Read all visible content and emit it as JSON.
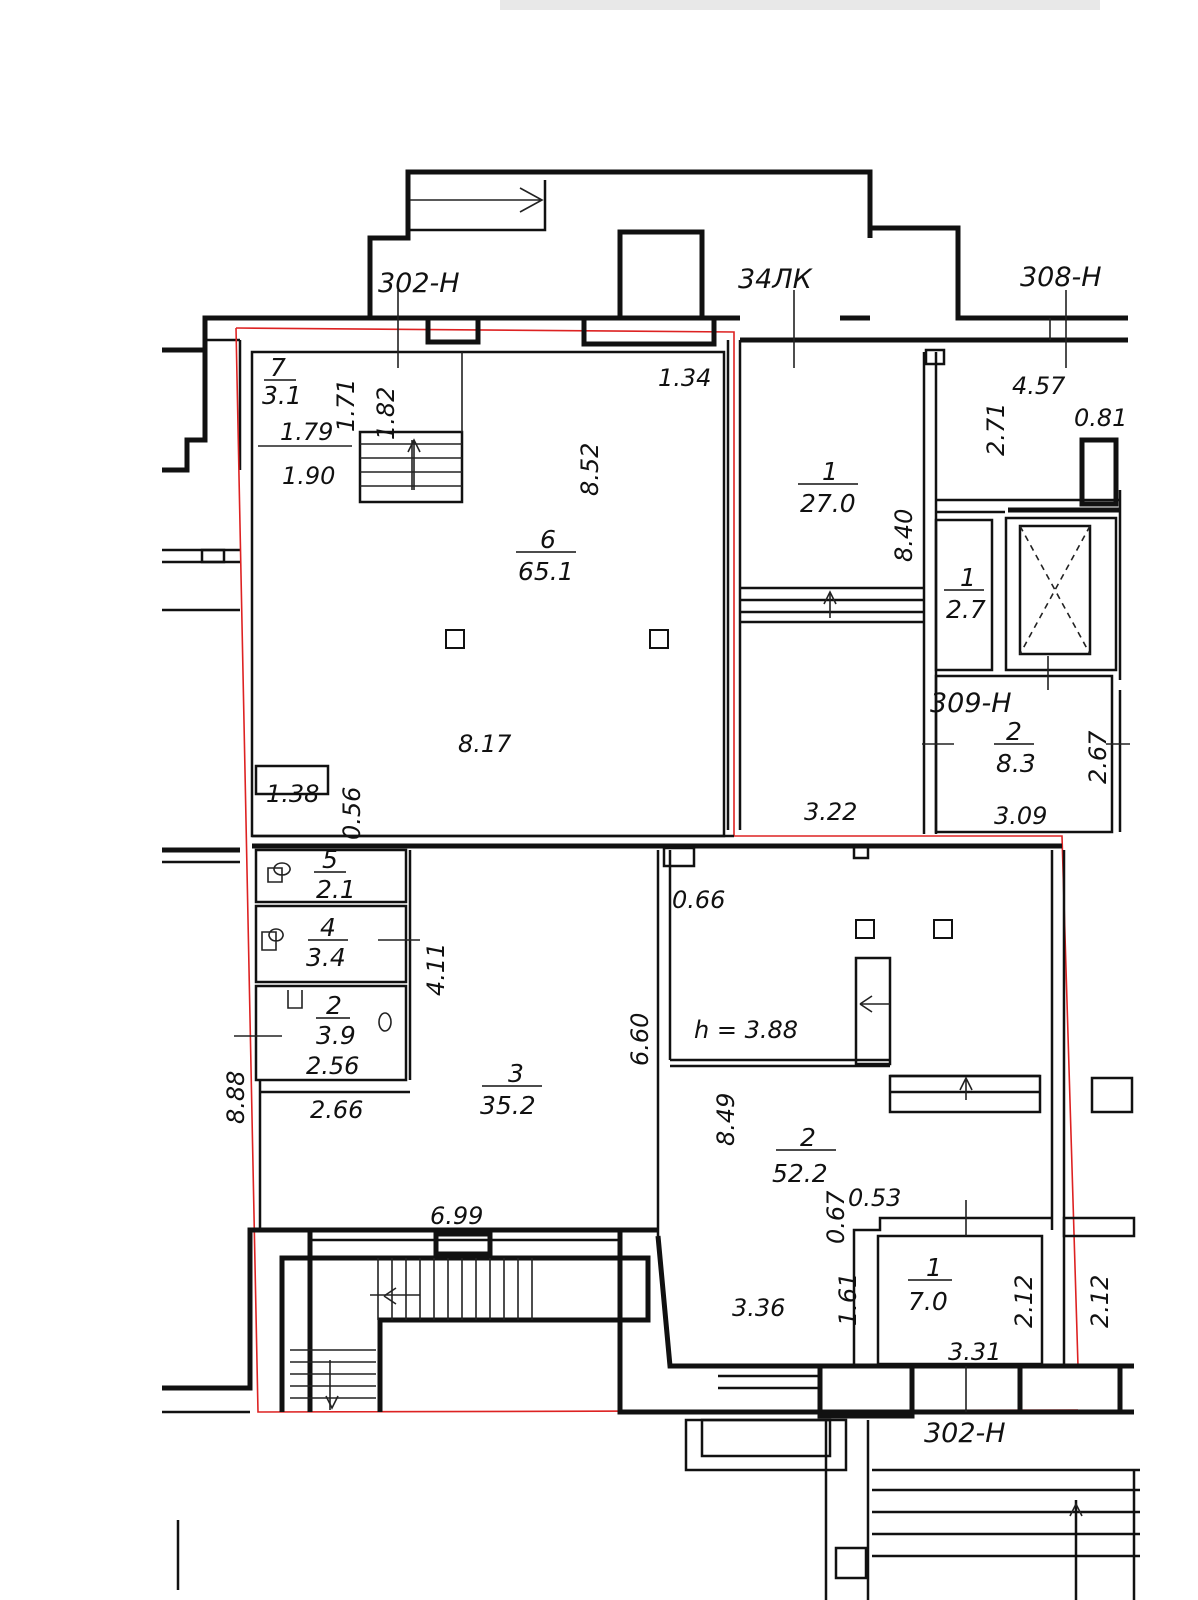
{
  "plan": {
    "tags": {
      "t302n_top": "302-Н",
      "t34lk": "34ЛК",
      "t308n": "308-Н",
      "t309n": "309-Н",
      "t302n_bottom": "302-Н"
    },
    "rooms": {
      "r7": {
        "num": "7",
        "area": "3.1"
      },
      "r6": {
        "num": "6",
        "area": "65.1"
      },
      "r1_top": {
        "num": "1",
        "area": "27.0"
      },
      "r1_small": {
        "num": "1",
        "area": "2.7"
      },
      "r2_right": {
        "num": "2",
        "area": "8.3"
      },
      "r5": {
        "num": "5",
        "area": "2.1"
      },
      "r4": {
        "num": "4",
        "area": "3.4"
      },
      "r2_wc": {
        "num": "2",
        "area": "3.9"
      },
      "r3": {
        "num": "3",
        "area": "35.2"
      },
      "r2_big": {
        "num": "2",
        "area": "52.2"
      },
      "r1_bottom": {
        "num": "1",
        "area": "7.0"
      }
    },
    "dims": {
      "d171": "1.71",
      "d182": "1.82",
      "d179": "1.79",
      "d190": "1.90",
      "d134": "1.34",
      "d852": "8.52",
      "d817": "8.17",
      "d138": "1.38",
      "d056": "0.56",
      "d840": "8.40",
      "d322": "3.22",
      "d457": "4.57",
      "d081": "0.81",
      "d271": "2.71",
      "d267": "2.67",
      "d309": "3.09",
      "d066": "0.66",
      "d411": "4.11",
      "d256": "2.56",
      "d888": "8.88",
      "d266": "2.66",
      "d660": "6.60",
      "dh388": "h = 3.88",
      "d849": "8.49",
      "d699": "6.99",
      "d053": "0.53",
      "d067": "0.67",
      "d161": "1.61",
      "d336": "3.36",
      "d212a": "2.12",
      "d212b": "2.12",
      "d331": "3.31"
    }
  }
}
